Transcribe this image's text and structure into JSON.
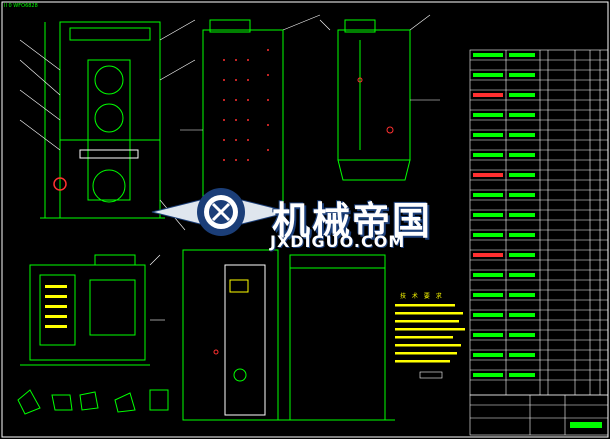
{
  "title_block": {
    "corner_note": "II 0 WFO6828",
    "tech_requirements_title": "技 术 要 求"
  },
  "watermark": {
    "text_cn": "机械帝国",
    "text_en": "JXDIGUO.COM"
  },
  "colors": {
    "background": "#000000",
    "outline": "#ffffff",
    "geometry": "#00ff00",
    "highlight": "#ff3030",
    "note_text": "#ffff00",
    "table_grid": "#ffffff",
    "logo": "#1b3e78"
  },
  "icons": [
    "gear-emblem-icon"
  ]
}
